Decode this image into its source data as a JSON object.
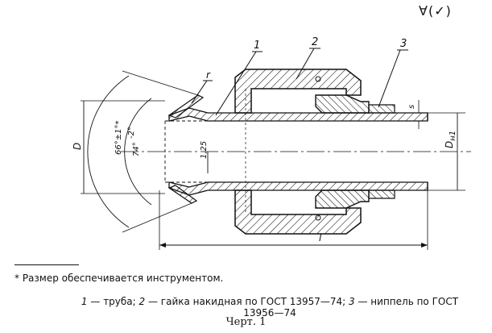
{
  "roughness_mark": "∀(✓)",
  "drawing_labels": {
    "callout_1": "1",
    "callout_2": "2",
    "callout_3": "3",
    "radius": "r",
    "wall_thickness": "s",
    "diameter": "D",
    "outer_diameter": "D",
    "outer_diameter_subscript": "н1",
    "angle_66": "66°±1°*",
    "angle_74": "74°",
    "angle_74_tol": "-2°",
    "dim_125": "1,25",
    "length": "l"
  },
  "footnote": "* Размер обеспечивается инструментом.",
  "legend": {
    "n1": "1",
    "t1": " — труба; ",
    "n2": "2",
    "t2": " — гайка накидная по ГОСТ 13957—74; ",
    "n3": "3",
    "t3": " — ниппель по ГОСТ 13956—74"
  },
  "caption": "Черт. 1"
}
